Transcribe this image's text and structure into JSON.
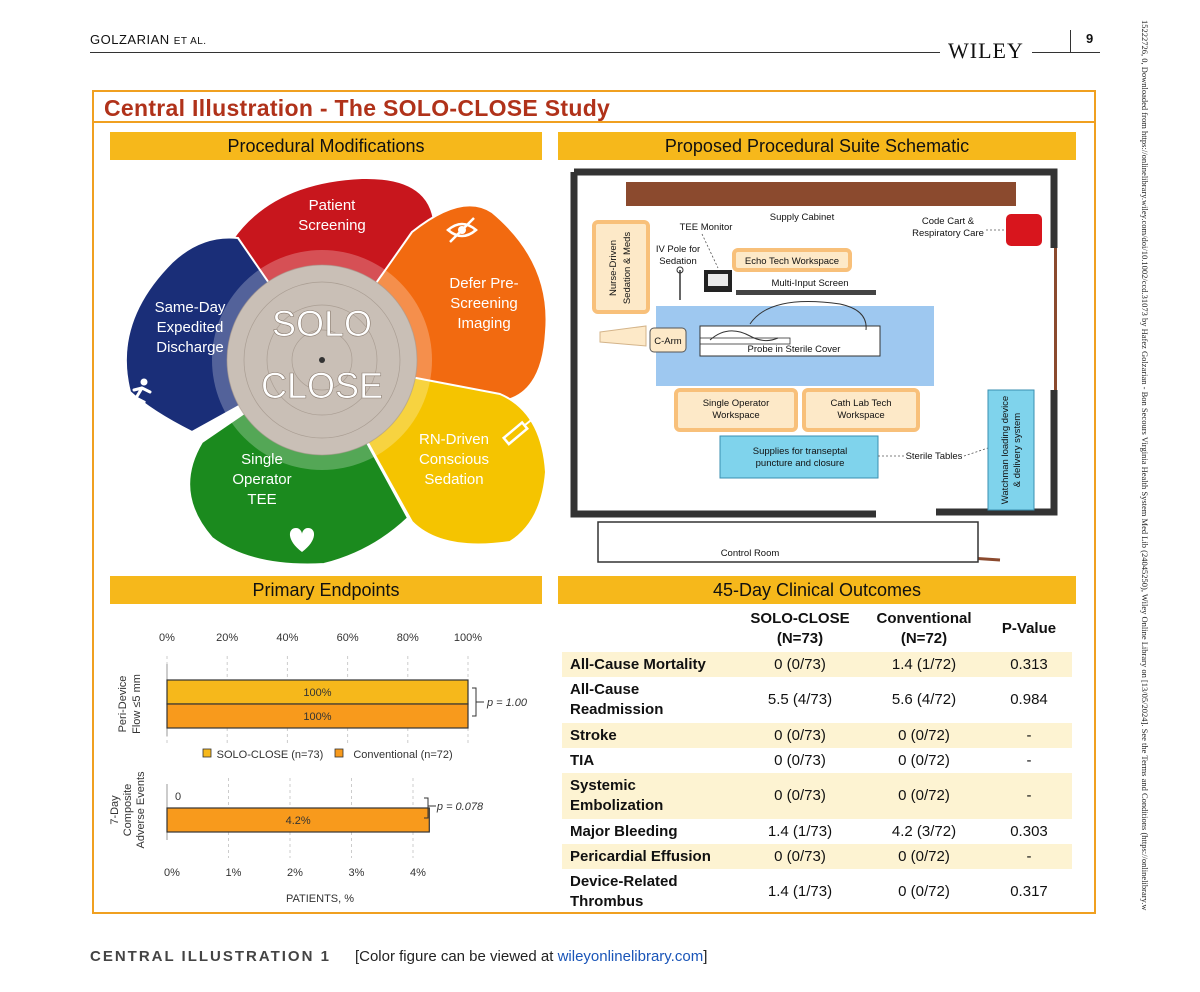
{
  "header": {
    "author_main": "GOLZARIAN",
    "author_suffix": "ET AL.",
    "publisher": "WILEY",
    "page": "9"
  },
  "side_strip": "15222726, 0, Downloaded from https://onlinelibrary.wiley.com/doi/10.1002/ccd.31073 by Hafez Golzarian - Bon Secours Virginia Health System Med Lib (24045250), Wiley Online Library on [13/05/2024]. See the Terms and Conditions (https://onlinelibrary.w",
  "title": "Central Illustration - The SOLO-CLOSE Study",
  "sections": {
    "modifications": "Procedural Modifications",
    "schematic": "Proposed Procedural Suite Schematic",
    "endpoints": "Primary Endpoints",
    "outcomes": "45-Day Clinical Outcomes"
  },
  "flower": {
    "center_top": "SOLO",
    "center_bottom": "CLOSE",
    "petals": [
      {
        "lines": [
          "Patient",
          "Screening"
        ],
        "color": "#c8161d",
        "icon": "target-icon"
      },
      {
        "lines": [
          "Defer Pre-",
          "Screening",
          "Imaging"
        ],
        "color": "#f26a10",
        "icon": "eye-slash-icon"
      },
      {
        "lines": [
          "RN-Driven",
          "Conscious",
          "Sedation"
        ],
        "color": "#f5c400",
        "icon": "syringe-icon"
      },
      {
        "lines": [
          "Single",
          "Operator",
          "TEE"
        ],
        "color": "#1b8a1e",
        "icon": "heart-icon"
      },
      {
        "lines": [
          "Same-Day",
          "Expedited",
          "Discharge"
        ],
        "color": "#1a2e78",
        "icon": "runner-icon"
      }
    ]
  },
  "schematic": {
    "supply_cabinet": "Supply Cabinet",
    "code_cart": [
      "Code Cart &",
      "Respiratory Care"
    ],
    "tee_monitor": "TEE Monitor",
    "iv_pole": [
      "IV Pole for",
      "Sedation"
    ],
    "nurse": [
      "Nurse-Driven",
      "Sedation & Meds"
    ],
    "echo_tech": "Echo Tech Workspace",
    "multi_input": "Multi-Input Screen",
    "c_arm": "C-Arm",
    "probe": "Probe in Sterile Cover",
    "single_operator": [
      "Single Operator",
      "Workspace"
    ],
    "cath_tech": [
      "Cath Lab Tech",
      "Workspace"
    ],
    "supplies": [
      "Supplies for transeptal",
      "puncture and closure"
    ],
    "sterile_tables": "Sterile Tables",
    "watchman": [
      "Watchman loading device",
      "& delivery system"
    ],
    "control_room": "Control Room"
  },
  "chart_data": {
    "type": "bar",
    "orientation": "horizontal",
    "legend": [
      "SOLO-CLOSE (n=73)",
      "Conventional (n=72)"
    ],
    "colors": {
      "solo": "#f6b81b",
      "conventional": "#f89a1c"
    },
    "xlabel": "PATIENTS, %",
    "panels": [
      {
        "category": [
          "Peri-Device",
          "Flow ≤5 mm"
        ],
        "axis_ticks": [
          "0%",
          "20%",
          "40%",
          "60%",
          "80%",
          "100%"
        ],
        "xlim": [
          0,
          100
        ],
        "values": [
          100,
          100
        ],
        "labels": [
          "100%",
          "100%"
        ],
        "pvalue": "p = 1.00"
      },
      {
        "category": [
          "7-Day",
          "Composite",
          "Adverse Events"
        ],
        "axis_ticks": [
          "0%",
          "1%",
          "2%",
          "3%",
          "4%"
        ],
        "xlim": [
          0,
          5
        ],
        "values": [
          0,
          4.2
        ],
        "labels": [
          "0",
          "4.2%"
        ],
        "pvalue": "p = 0.078"
      }
    ]
  },
  "outcomes": {
    "headers": [
      "",
      "SOLO-CLOSE\n(N=73)",
      "Conventional\n(N=72)",
      "P-Value"
    ],
    "rows": [
      {
        "label": "All-Cause Mortality",
        "solo": "0 (0/73)",
        "conv": "1.4 (1/72)",
        "p": "0.313",
        "shade": true
      },
      {
        "label": "All-Cause\nReadmission",
        "solo": "5.5 (4/73)",
        "conv": "5.6 (4/72)",
        "p": "0.984",
        "shade": false
      },
      {
        "label": "Stroke",
        "solo": "0 (0/73)",
        "conv": "0 (0/72)",
        "p": "-",
        "shade": true
      },
      {
        "label": "TIA",
        "solo": "0 (0/73)",
        "conv": "0 (0/72)",
        "p": "-",
        "shade": false
      },
      {
        "label": "Systemic\nEmbolization",
        "solo": "0 (0/73)",
        "conv": "0 (0/72)",
        "p": "-",
        "shade": true
      },
      {
        "label": "Major Bleeding",
        "solo": "1.4 (1/73)",
        "conv": "4.2 (3/72)",
        "p": "0.303",
        "shade": false
      },
      {
        "label": "Pericardial Effusion",
        "solo": "0 (0/73)",
        "conv": "0 (0/72)",
        "p": "-",
        "shade": true
      },
      {
        "label": "Device-Related\nThrombus",
        "solo": "1.4 (1/73)",
        "conv": "0 (0/72)",
        "p": "0.317",
        "shade": false
      }
    ]
  },
  "caption": {
    "label": "CENTRAL ILLUSTRATION 1",
    "text_before": "[Color figure can be viewed at ",
    "link": "wileyonlinelibrary.com",
    "text_after": "]"
  }
}
